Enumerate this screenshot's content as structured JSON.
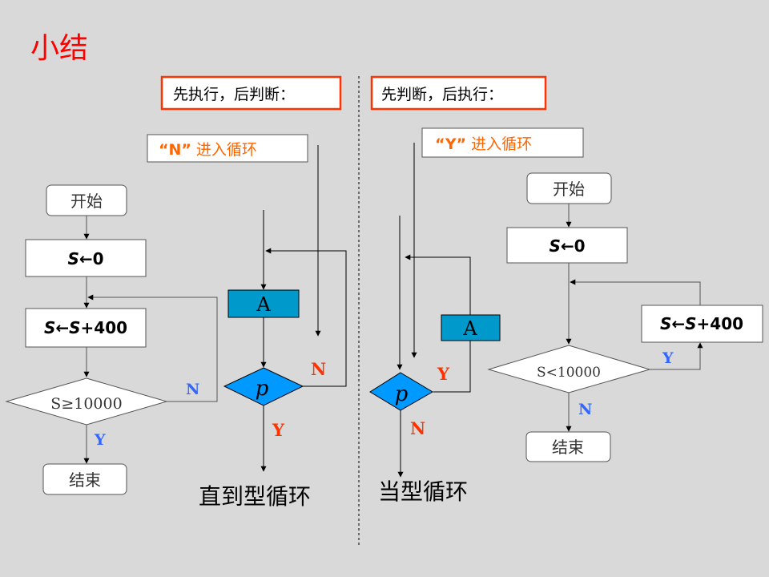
{
  "title": "小结",
  "left": {
    "header": "先执行，后判断：",
    "note_quote": "“N”",
    "note_rest": " 进入循环",
    "flow": {
      "start": "开始",
      "init_var": "S",
      "init_rest": "←0",
      "update_a": "S",
      "update_b": "←",
      "update_c": "S",
      "update_d": "+400",
      "condition": "S≥10000",
      "no_label": "N",
      "yes_label": "Y",
      "end": "结束"
    },
    "schematic": {
      "process": "A",
      "decision": "p",
      "no_label": "N",
      "yes_label": "Y"
    },
    "caption": "直到型循环"
  },
  "right": {
    "header": "先判断，后执行：",
    "note_quote": "“Y”",
    "note_rest": " 进入循环",
    "schematic": {
      "process": "A",
      "decision": "p",
      "yes_label": "Y",
      "no_label": "N"
    },
    "flow": {
      "start": "开始",
      "init_var": "S",
      "init_rest": "←0",
      "update_a": "S",
      "update_b": "←",
      "update_c": "S",
      "update_d": "+400",
      "condition": "S<10000",
      "yes_label": "Y",
      "no_label": "N",
      "end": "结束"
    },
    "caption": "当型循环"
  },
  "colors": {
    "title_red": "#ff0000",
    "header_border": "#ff3300",
    "note_orange": "#ff6600",
    "label_red": "#ff3300",
    "label_blue": "#3366ff",
    "process_fill": "#0099cc",
    "decision_fill": "#0099ff"
  }
}
